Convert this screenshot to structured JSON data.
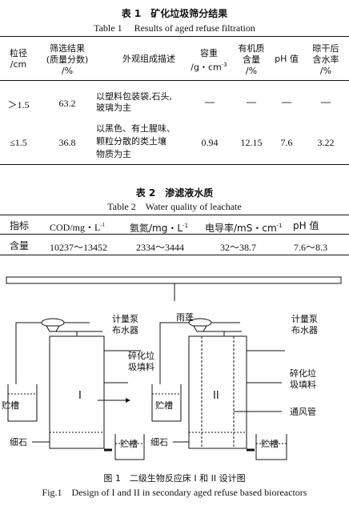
{
  "table1": {
    "caption_cn": "表 1　矿化垃圾筛分结果",
    "caption_en": "Table 1　 Results of aged refuse filtration",
    "headers": {
      "particle": [
        "粒径",
        "/cm"
      ],
      "screening": [
        "筛选结果",
        "(质量分数)",
        "/%"
      ],
      "appearance": "外观组成描述",
      "bulk_density": [
        "容重",
        "/g・cm",
        "-3"
      ],
      "organic": [
        "有机质",
        "含量",
        "/%"
      ],
      "ph": "pH 值",
      "moisture": [
        "晾干后",
        "含水率",
        "/%"
      ]
    },
    "rows": [
      {
        "particle": "＞1.5",
        "screening": "63.2",
        "appearance": [
          "以塑料包装袋,石头,",
          "玻璃为主"
        ],
        "bulk_density": "—",
        "organic": "—",
        "ph": "—",
        "moisture": "—"
      },
      {
        "particle": "≤1.5",
        "screening": "36.8",
        "appearance": [
          "以黑色、有土腥味、",
          "颗粒分散的类土壤",
          "物质为主"
        ],
        "bulk_density": "0.94",
        "organic": "12.15",
        "ph": "7.6",
        "moisture": "3.22"
      }
    ]
  },
  "table2": {
    "caption_cn": "表 2　渗滤液水质",
    "caption_en": "Table 2　Water quality of leachate",
    "headers": {
      "index": "指标",
      "cod": "COD/mg・L",
      "cod_sup": "-1",
      "ammonia": "氨氮/mg・L",
      "ammonia_sup": "-1",
      "conductivity": "电导率/mS・cm",
      "conductivity_sup": "-1",
      "ph": "pH 值"
    },
    "row": {
      "index": "含量",
      "cod": "10237～13452",
      "ammonia": "2334～3444",
      "conductivity": "32～38.7",
      "ph": "7.6～8.3"
    }
  },
  "figure1": {
    "labels": {
      "canopy": "雨蓬",
      "pump_left": "计量泵",
      "distributor_left": "布水器",
      "pump_right": "计量泵",
      "distributor_right": "布水器",
      "fill_left": [
        "碎化垃",
        "圾填料"
      ],
      "fill_right": [
        "碎化垃",
        "圾填料"
      ],
      "tank_left": "贮槽",
      "tank_right": "贮槽",
      "tank_bottom_left": "贮槽",
      "tank_bottom_right": "贮槽",
      "gravel_left": "细石",
      "gravel_right": "细石",
      "vent_pipe": "通风管",
      "reactor_left": "I",
      "reactor_right": "II"
    },
    "caption_cn": "图 1　二级生物反应床 I 和 II 设计图",
    "caption_en": "Fig.1　Design of  I and  II in secondary aged refuse based bioreactors"
  }
}
